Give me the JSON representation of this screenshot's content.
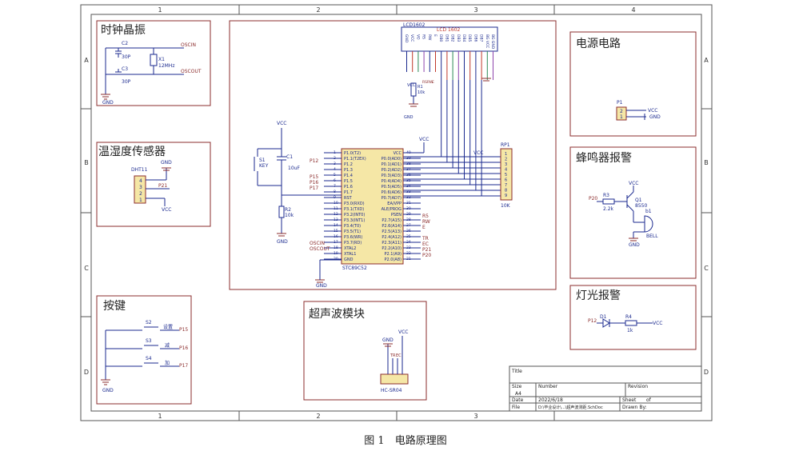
{
  "frame": {
    "col_labels": [
      "1",
      "2",
      "3",
      "4"
    ],
    "row_labels": [
      "A",
      "B",
      "C",
      "D"
    ]
  },
  "blocks": {
    "clock": {
      "title": "时钟晶振",
      "c2": "C2",
      "c2v": "30P",
      "c3": "C3",
      "c3v": "30P",
      "x1": "X1",
      "x1v": "12MHz",
      "oscin": "OSCIN",
      "oscout": "OSCOUT",
      "gnd": "GND"
    },
    "sensor": {
      "title": "温湿度传感器",
      "part": "DHT11",
      "pins": [
        "4",
        "3",
        "2",
        "1"
      ],
      "gnd": "GND",
      "vcc": "VCC",
      "net": "P21"
    },
    "keys": {
      "title": "按键",
      "s2": "S2",
      "s3": "S3",
      "s4": "S4",
      "l2": "设置",
      "l3": "减",
      "l4": "加",
      "p2": "P15",
      "p3": "P16",
      "p4": "P17",
      "gnd": "GND"
    },
    "ultra": {
      "title": "超声波模块",
      "part": "HC-SR04",
      "gnd": "GND",
      "vcc": "VCC",
      "trig": "TR",
      "echo": "EC"
    },
    "power": {
      "title": "电源电路",
      "p1": "P1",
      "vcc": "VCC",
      "gnd": "GND",
      "pins": [
        "1",
        "2"
      ]
    },
    "buzzer": {
      "title": "蜂鸣器报警",
      "r3": "R3",
      "r3v": "2.2k",
      "q1": "Q1",
      "q1v": "8550",
      "b1": "b1",
      "bell": "BELL",
      "p20": "P20",
      "vcc": "VCC",
      "gnd": "GND"
    },
    "light": {
      "title": "灯光报警",
      "d1": "D1",
      "r4": "R4",
      "r4v": "1k",
      "p12": "P12",
      "vcc": "VCC"
    },
    "mcu": {
      "lcd_ref": "LCD1602",
      "lcd_name": "LCD 1602",
      "lcd_pins": [
        "GND",
        "VCC",
        "VO",
        "RS",
        "RW",
        "E",
        "DB0",
        "DB1",
        "DB2",
        "DB3",
        "DB4",
        "DB5",
        "DB6",
        "DB7",
        "BG VCC",
        "BG GND"
      ],
      "vcc": "VCC",
      "gnd": "GND",
      "rp1": "RP1",
      "rp1v": "10K",
      "rp_pins": [
        "1",
        "2",
        "3",
        "4",
        "5",
        "6",
        "7",
        "8",
        "9"
      ],
      "chip": "STC89C52",
      "left_pins": [
        "P1.0(T2)",
        "P1.1(T2EX)",
        "P1.2",
        "P1.3",
        "P1.4",
        "P1.5",
        "P1.6",
        "P1.7",
        "RST",
        "P3.0(RXD)",
        "P3.1(TXD)",
        "P3.2(INT0)",
        "P3.3(INT1)",
        "P3.4(T0)",
        "P3.5(T1)",
        "P3.6(WR)",
        "P3.7(RD)",
        "XTAL2",
        "XTAL1",
        "GND"
      ],
      "left_nums": [
        "1",
        "2",
        "3",
        "4",
        "5",
        "6",
        "7",
        "8",
        "9",
        "10",
        "11",
        "12",
        "13",
        "14",
        "15",
        "16",
        "17",
        "18",
        "19",
        "20"
      ],
      "right_pins": [
        "VCC",
        "P0.0(AD0)",
        "P0.1(AD1)",
        "P0.2(AD2)",
        "P0.3(AD3)",
        "P0.4(AD4)",
        "P0.5(AD5)",
        "P0.6(AD6)",
        "P0.7(AD7)",
        "EA/VPP",
        "ALE/PROG",
        "PSEN",
        "P2.7(A15)",
        "P2.6(A14)",
        "P2.5(A13)",
        "P2.4(A12)",
        "P2.3(A11)",
        "P2.2(A10)",
        "P2.1(A9)",
        "P2.0(A8)"
      ],
      "right_nums": [
        "40",
        "39",
        "38",
        "37",
        "36",
        "35",
        "34",
        "33",
        "32",
        "31",
        "30",
        "29",
        "28",
        "27",
        "26",
        "25",
        "24",
        "23",
        "22",
        "21"
      ],
      "s1": "S1",
      "key": "KEY",
      "c1": "C1",
      "c1v": "10uF",
      "r2": "R2",
      "r2v": "10k",
      "r1": "R1",
      "r1v": "10k",
      "left_nets": [
        "P12",
        "P15",
        "P16",
        "P17"
      ],
      "right_nets": [
        "RS",
        "RW",
        "E",
        "TR",
        "EC",
        "P21",
        "P20"
      ],
      "osc": [
        "OSCIN",
        "OSCOUT"
      ]
    },
    "titleblock": {
      "title": "Title",
      "size": "Size",
      "size_v": "A4",
      "number": "Number",
      "revision": "Revision",
      "date": "Date",
      "date_v": "2022/6/18",
      "file": "File",
      "file_v": "D:\\毕业设计\\...\\超声波测距.SchDoc",
      "sheet": "Sheet",
      "of": "of",
      "drawn": "Drawn By:"
    }
  },
  "caption": "图 1　电路原理图"
}
